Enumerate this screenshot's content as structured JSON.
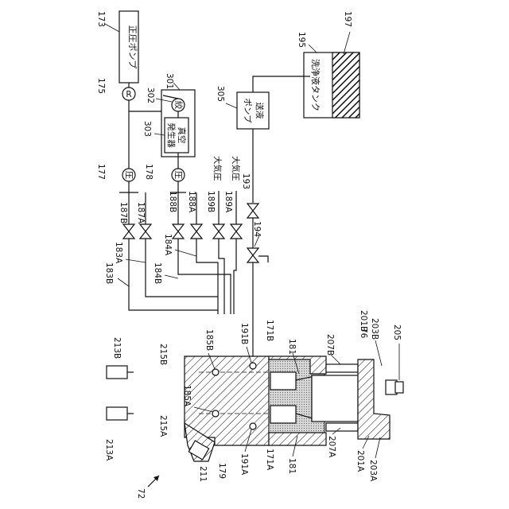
{
  "figure": {
    "number_label": "72",
    "components": {
      "positive_pump": {
        "ref": "173",
        "label": "正圧ポンプ"
      },
      "regulator": {
        "ref": "175",
        "symbol": "R"
      },
      "valve_unit": {
        "ref": "301"
      },
      "throttle": {
        "ref": "302",
        "symbol": "絞"
      },
      "vacuum_gen": {
        "ref": "303",
        "line1": "真空",
        "line2": "発生器"
      },
      "pressure_gauge_b": {
        "ref": "177",
        "symbol": "圧"
      },
      "pressure_gauge_a": {
        "ref": "178",
        "symbol": "圧"
      },
      "valve_187b": "187B",
      "valve_187a": "187A",
      "valve_188b": "188B",
      "valve_188a": "188A",
      "valve_189b": {
        "ref": "189B",
        "label": "大気圧"
      },
      "valve_189a": {
        "ref": "189A",
        "label": "大気圧"
      },
      "pipe_183a": "183A",
      "pipe_183b": "183B",
      "pipe_184a": "184A",
      "pipe_184b": "184B",
      "port_185a": "185A",
      "port_185b": "185B",
      "path_191a": "191A",
      "path_191b": "191B",
      "feed_pump": {
        "ref": "305",
        "line1": "送液",
        "line2": "ポンプ"
      },
      "valve_193": "193",
      "valve_194": "194",
      "wash_tank": {
        "ref": "195",
        "label": "洗浄液タンク"
      },
      "liquid_197": "197",
      "chamber_171a": "171A",
      "chamber_171b": "171B",
      "fluid_181_a": "181",
      "fluid_181_b": "181",
      "nozzle_207a": "207A",
      "nozzle_207b": "207B",
      "holder_201a": "201A",
      "holder_201b": "201B",
      "ref_76": "76",
      "tube_203a": "203A",
      "tube_203b": "203B",
      "stage_205": "205",
      "head_211": "211",
      "ref_179": "179",
      "tip_213a": "213A",
      "tip_213b": "213B",
      "tip_mount_215a": "215A",
      "tip_mount_215b": "215B"
    }
  }
}
